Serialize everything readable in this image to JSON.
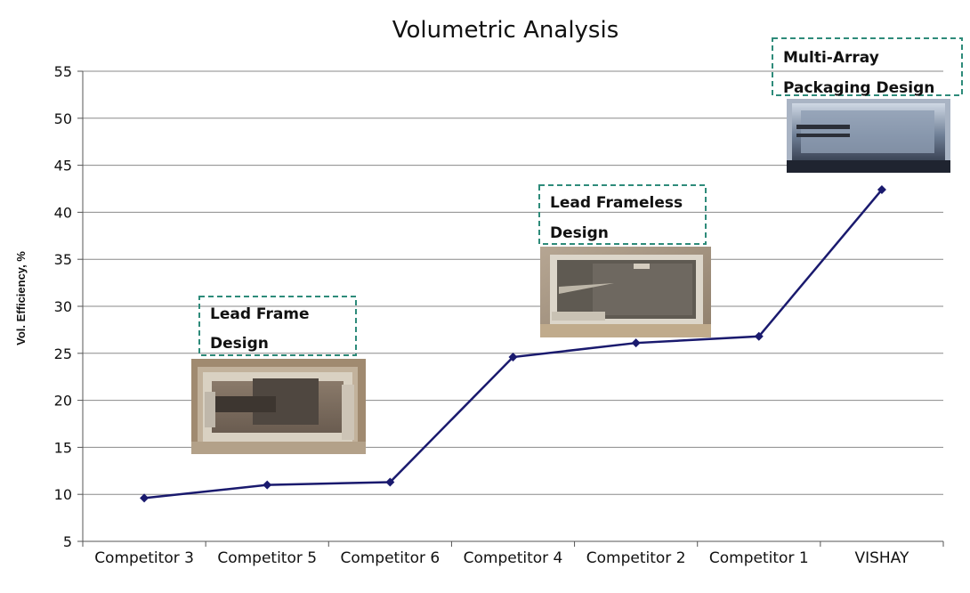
{
  "chart_data": {
    "type": "line",
    "title": "Volumetric Analysis",
    "xlabel": "",
    "ylabel": "Vol. Efficiency, %",
    "categories": [
      "Competitor 3",
      "Competitor 5",
      "Competitor 6",
      "Competitor 4",
      "Competitor 2",
      "Competitor 1",
      "VISHAY"
    ],
    "series": [
      {
        "values": [
          9.6,
          11.0,
          11.3,
          24.6,
          26.1,
          26.8,
          42.4
        ]
      }
    ],
    "ylim": [
      5,
      55
    ],
    "yticks": [
      5,
      10,
      15,
      20,
      25,
      30,
      35,
      40,
      45,
      50,
      55
    ],
    "grid": true,
    "legend": "none",
    "line_color": "#1a1a6e",
    "grid_color": "#8a8a8a",
    "callouts": [
      {
        "lines": [
          "Lead Frame",
          "Design"
        ],
        "photo": "lead-frame-cross-section-photo"
      },
      {
        "lines": [
          "Lead Frameless",
          "Design"
        ],
        "photo": "lead-frameless-cross-section-photo"
      },
      {
        "lines": [
          "Multi-Array",
          "Packaging Design"
        ],
        "photo": "multi-array-cross-section-photo"
      }
    ],
    "callout_border_color": "#2e8b7a"
  }
}
